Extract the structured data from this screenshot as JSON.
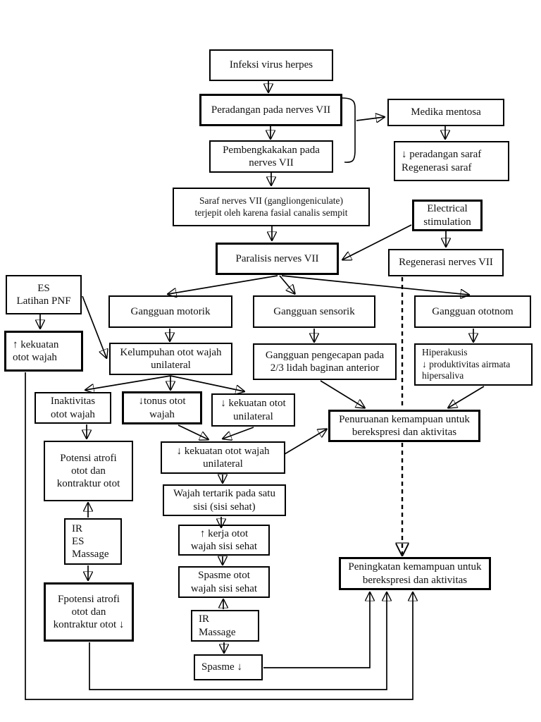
{
  "nodes": {
    "infeksi": "Infeksi virus herpes",
    "peradangan": "Peradangan pada nerves VII",
    "medika": "Medika mentosa",
    "pembengkakakan": "Pembengkakakan pada\nnerves VII",
    "peradangan_turun": "↓ peradangan saraf\nRegenerasi saraf",
    "saraf_terjepit": "Saraf nerves VII (gangliongeniculate)\nterjepit oleh karena fasial canalis sempit",
    "electrical": "Electrical\nstimulation",
    "paralisis": "Paralisis nerves VII",
    "regenerasi_vii": "Regenerasi nerves VII",
    "es_pnf": "ES\nLatihan PNF",
    "kekuatan_naik": "↑ kekuatan\notot wajah",
    "g_motorik": "Gangguan motorik",
    "g_sensorik": "Gangguan sensorik",
    "g_ototnom": "Gangguan ototnom",
    "kelumpuhan": "Kelumpuhan otot wajah\nunilateral",
    "pengecapan": "Gangguan pengecapan pada\n2/3 lidah baginan anterior",
    "hiperakusis": "Hiperakusis\n↓ produktivitas airmata\nhipersaliva",
    "inaktivitas": "Inaktivitas\notot wajah",
    "tonus": "↓tonus otot\nwajah",
    "kekuatan_unilateral": "↓ kekuatan otot\nunilateral",
    "penurunan": "Penuruanan kemampuan untuk\nberekspresi dan aktivitas",
    "potensi_atrofi": "Potensi atrofi\notot dan\nkontraktur otot",
    "kekuatan_wajah_unilateral": "↓ kekuatan otot wajah\nunilateral",
    "wajah_tertarik": "Wajah tertarik pada satu\nsisi (sisi sehat)",
    "kerja_naik": "↑ kerja otot\nwajah sisi sehat",
    "spasme_otot": "Spasme otot\nwajah sisi sehat",
    "ir_es_massage": "IR\nES\nMassage",
    "fpotensi": "Fpotensi atrofi\notot dan\nkontraktur otot ↓",
    "ir_massage": "IR\nMassage",
    "spasme_turun": "Spasme ↓",
    "peningkatan": "Peningkatan kemampuan untuk\nberekspresi dan aktivitas"
  },
  "colors": {
    "line": "#000000",
    "border": "#000000",
    "text": "#111111",
    "background": "#ffffff"
  }
}
